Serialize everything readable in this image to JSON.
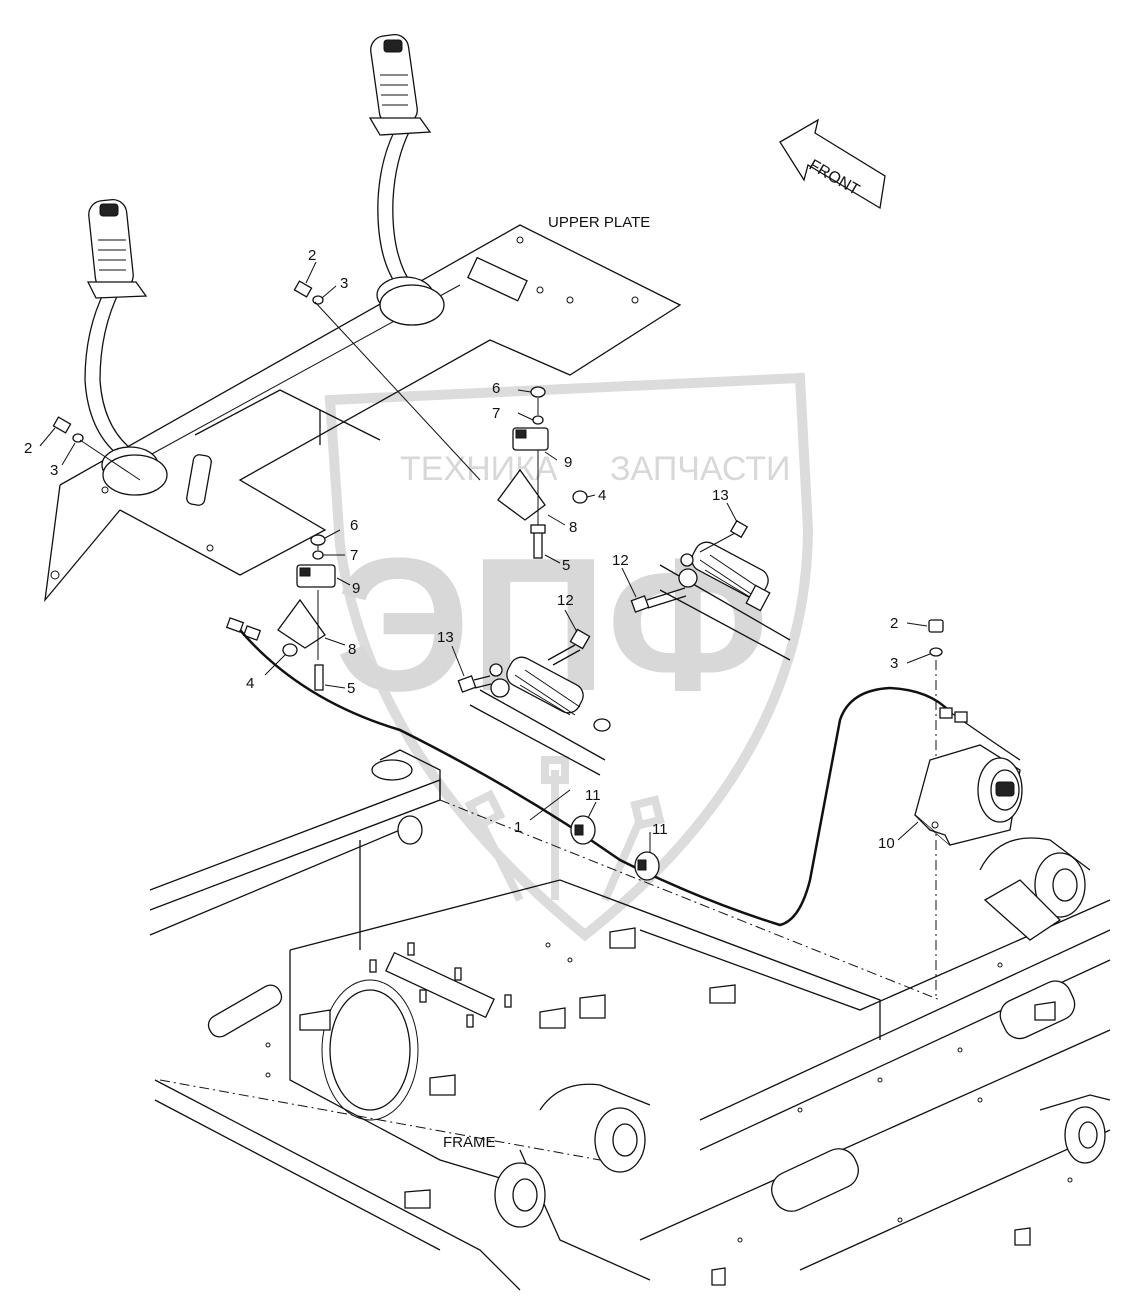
{
  "labels": {
    "upper_plate": "UPPER PLATE",
    "frame": "FRAME",
    "front": "FRONT"
  },
  "watermark": {
    "line1_left": "ТЕХНИКА",
    "line1_right": "ЗАПЧАСТИ",
    "monogram": "ЭПФ"
  },
  "callouts": {
    "c2_top": "2",
    "c3_top": "3",
    "c2_left": "2",
    "c3_left": "3",
    "c6_right": "6",
    "c7_right": "7",
    "c9_right": "9",
    "c4_right": "4",
    "c8_right": "8",
    "c5_right": "5",
    "c6_left": "6",
    "c7_left": "7",
    "c9_left": "9",
    "c8_left": "8",
    "c4_left": "4",
    "c5_left": "5",
    "c13_right": "13",
    "c12_right": "12",
    "c12_left": "12",
    "c13_left": "13",
    "c2_alarm": "2",
    "c3_alarm": "3",
    "c10": "10",
    "c1": "1",
    "c11_a": "11",
    "c11_b": "11"
  },
  "colors": {
    "line": "#111111",
    "watermark": "#d8d8d8"
  },
  "icons": {
    "front_arrow": "front-arrow-icon",
    "joystick": "joystick-icon",
    "alarm": "backup-alarm-icon"
  }
}
